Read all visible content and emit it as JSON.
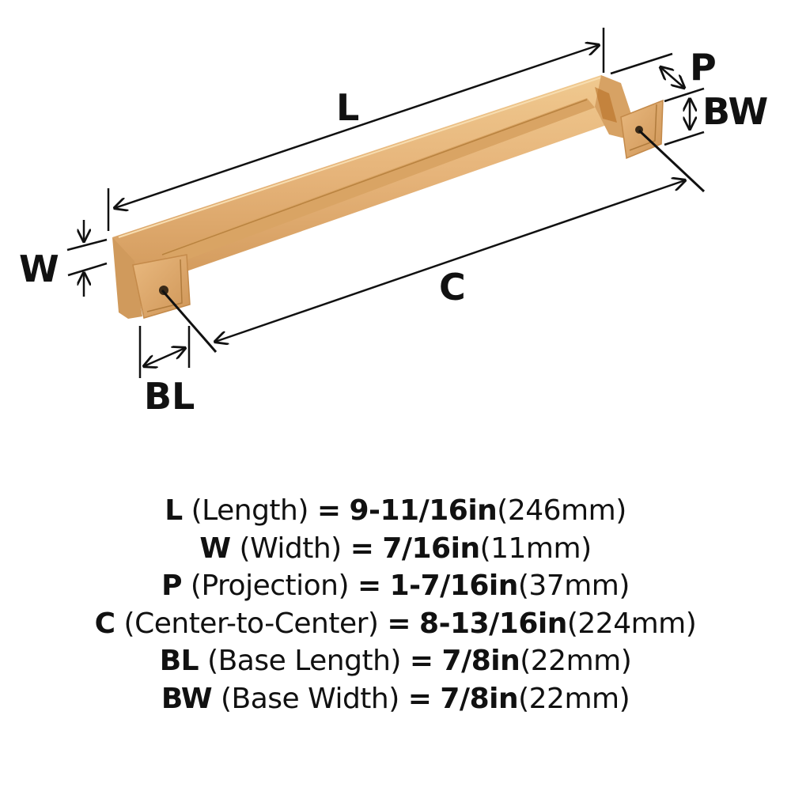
{
  "diagram": {
    "product": "cabinet-pull-handle",
    "finish_color": "#E3B277",
    "finish_shadow": "#C48A4A",
    "finish_highlight": "#F2CF9C",
    "line_color": "#111111",
    "labels": {
      "L": "L",
      "W": "W",
      "P": "P",
      "BW": "BW",
      "C": "C",
      "BL": "BL"
    }
  },
  "specs": [
    {
      "code": "L",
      "name": "(Length)",
      "eq": "=",
      "imperial": "9-11/16in",
      "metric": "(246mm)"
    },
    {
      "code": "W",
      "name": "(Width)",
      "eq": "=",
      "imperial": "7/16in",
      "metric": "(11mm)"
    },
    {
      "code": "P",
      "name": "(Projection)",
      "eq": "=",
      "imperial": "1-7/16in",
      "metric": "(37mm)"
    },
    {
      "code": "C",
      "name": "(Center-to-Center)",
      "eq": "=",
      "imperial": "8-13/16in",
      "metric": "(224mm)"
    },
    {
      "code": "BL",
      "name": "(Base Length)",
      "eq": "=",
      "imperial": "7/8in",
      "metric": "(22mm)"
    },
    {
      "code": "BW",
      "name": "(Base Width)",
      "eq": "=",
      "imperial": "7/8in",
      "metric": "(22mm)"
    }
  ]
}
